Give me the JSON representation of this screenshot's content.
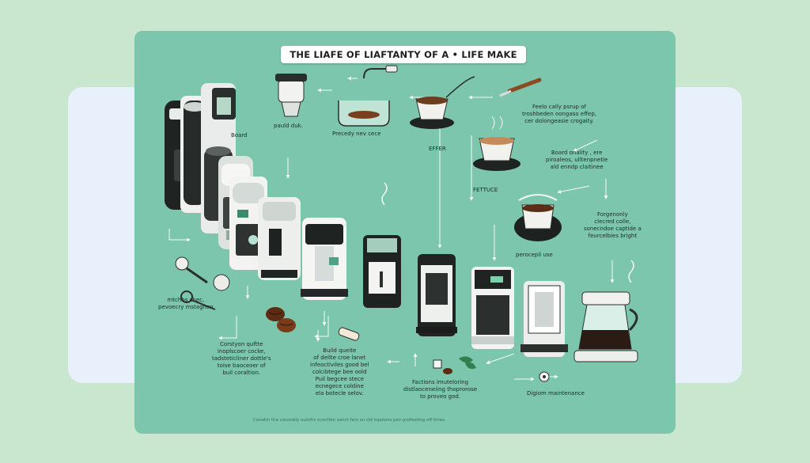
{
  "title": "THE LIAFE OF LIAFTANTY OF A • LIFE MAKE",
  "labels": {
    "board": "Board",
    "pauld_duk": "pauld duk.",
    "precedy": "Precedy nev cece",
    "effer": "EFFER",
    "feelo": [
      "Feelo cally psrup of",
      "troshbeden oongaso effep,",
      "cer dolongeasie crogaity."
    ],
    "board_quality": [
      "Board onality , ere",
      "piroaleos, ulltenpnetle",
      "ald enndp claitinee"
    ],
    "fettuce": "FETTUCE",
    "forgenonly": [
      "Forgenonly",
      "clecred colle,",
      "sonecndoe captide a",
      "feurcelbies bright"
    ],
    "perocepli": "perocepli use",
    "mtchbs": [
      "mtchbs chec,",
      "pevoecry mstaghen"
    ],
    "corstyon": [
      "Corstyon quftte",
      "inoplscoer cocke,",
      "tadsteticliner dottle's",
      "toise baoceoer of",
      "buil coraltion."
    ],
    "build": [
      "Build queite",
      "of dellte croe lanet",
      "infeoctiviles good bel",
      "colcibtege bee oold",
      "Puil begcee stece",
      "ecnegece coldine",
      "ela botecle selov."
    ],
    "factions": [
      "Factions imuteloring",
      "distlaoceneiing thoprorose",
      "to proveo god."
    ],
    "digiom": "Digiom maintenance"
  },
  "footer": "Conatin the cocorally outsfrs scoctfen sanct fers sn cld inpsions pev profeeting off thres.",
  "colors": {
    "page_bg": "#c9e6cf",
    "panel_bg": "#7cc6ad",
    "strip_bg": "#e7f0fb"
  }
}
